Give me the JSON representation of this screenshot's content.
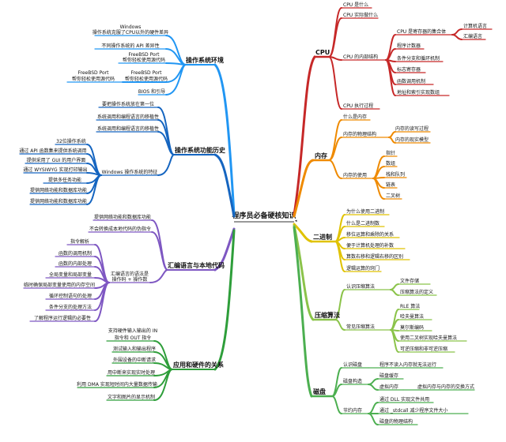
{
  "title": "程序员必备硬核知识",
  "colors": {
    "os_env": "#2196f3",
    "os_hist": "#1565c0",
    "asm": "#7e57c2",
    "app_hw": "#2e9e3a",
    "cpu": "#c62828",
    "memory": "#ef8a00",
    "binary": "#e0c200",
    "compress": "#8bc34a",
    "disk": "#4caf50"
  },
  "branches": {
    "os_env": {
      "label": "操作系统环境",
      "items": [
        "Windows",
        "操作系统克服了CPU以外的硬件差异",
        "不同操作系统的 API 差异性",
        "FreeBSD Port",
        "帮你轻松使用源代码",
        "FreeBSD Port",
        "帮你轻松使用源代码",
        "FreeBSD Port",
        "帮你轻松使用源代码",
        "BIOS 和引导"
      ]
    },
    "os_hist": {
      "label": "操作系统功能历史",
      "items": [
        "要把操作系统放在第一位",
        "系统调用和编程语言的移植性",
        "系统调用和编程语言的移植性",
        "32位操作系统",
        "通过 API 函数集来提供系统调用",
        "提供采用了 GUI 的用户界面",
        "通过 WYSIWYG 实现打印输出",
        "提供多任务功能",
        "提供网络功能和数据库功能",
        "提供网络功能和数据库功能",
        "Windows 操作系统的特征"
      ]
    },
    "asm": {
      "label": "汇编语言与本地代码",
      "items": [
        "提供网络功能和数据库功能",
        "不会转换成本地代码的伪指令",
        "指令解析",
        "函数的调用机制",
        "函数的内部处理",
        "全局变量和局部变量",
        "临时确保局部变量使用的内存空间",
        "循环控制语句的处理",
        "条件分支的处理方法",
        "了解程序运行逻辑的必要性",
        "汇编语言的语法是",
        "操作码 + 操作数"
      ]
    },
    "app_hw": {
      "label": "应用和硬件的关系",
      "items": [
        "支持硬件输入输出的 IN",
        "指令和 OUT 指令",
        "测试输入和输出程序",
        "外围设备的中断请求",
        "用中断来实现实时处理",
        "利用 DMA 实现短时间内大量数据传输",
        "文字和图片的显示机制"
      ]
    },
    "cpu": {
      "label": "CPU",
      "items": [
        "CPU 是什么",
        "CPU 实际做什么",
        "CPU 是寄存器的集合体",
        "计算机语言",
        "汇编语言",
        "程序计数器",
        "条件分支和循环机制",
        "标志寄存器",
        "函数调用机制",
        "地址和索引实现数组",
        "CPU 的内部结构",
        "CPU 执行过程"
      ]
    },
    "memory": {
      "label": "内存",
      "items": [
        "什么是内存",
        "内存的物理结构",
        "内存的读写过程",
        "内存的现实模型",
        "内存的使用",
        "指针",
        "数组",
        "栈和队列",
        "链表",
        "二叉树"
      ]
    },
    "binary": {
      "label": "二进制",
      "items": [
        "为什么使用二进制",
        "什么是二进制数",
        "移位运算和乘除的关系",
        "便于计算机处理的补数",
        "算数右移和逻辑右移的区别",
        "逻辑运算的窍门"
      ]
    },
    "compress": {
      "label": "压缩算法",
      "items": [
        "认识压缩算法",
        "文件存储",
        "压缩算法的定义",
        "常见压缩算法",
        "RLE 算法",
        "哈夫曼算法",
        "莫尔斯编码",
        "使用二叉树实现哈夫曼算法",
        "可逆压缩和非可逆压缩"
      ]
    },
    "disk": {
      "label": "磁盘",
      "items": [
        "认识磁盘",
        "程序不读入内存就无法运行",
        "磁盘构造",
        "磁盘缓存",
        "虚拟内存",
        "虚拟内存与内存的交换方式",
        "节约内存",
        "通过 DLL 实现文件共用",
        "通过 _stdcall 减少程序文件大小",
        "磁盘的物理结构"
      ]
    }
  }
}
